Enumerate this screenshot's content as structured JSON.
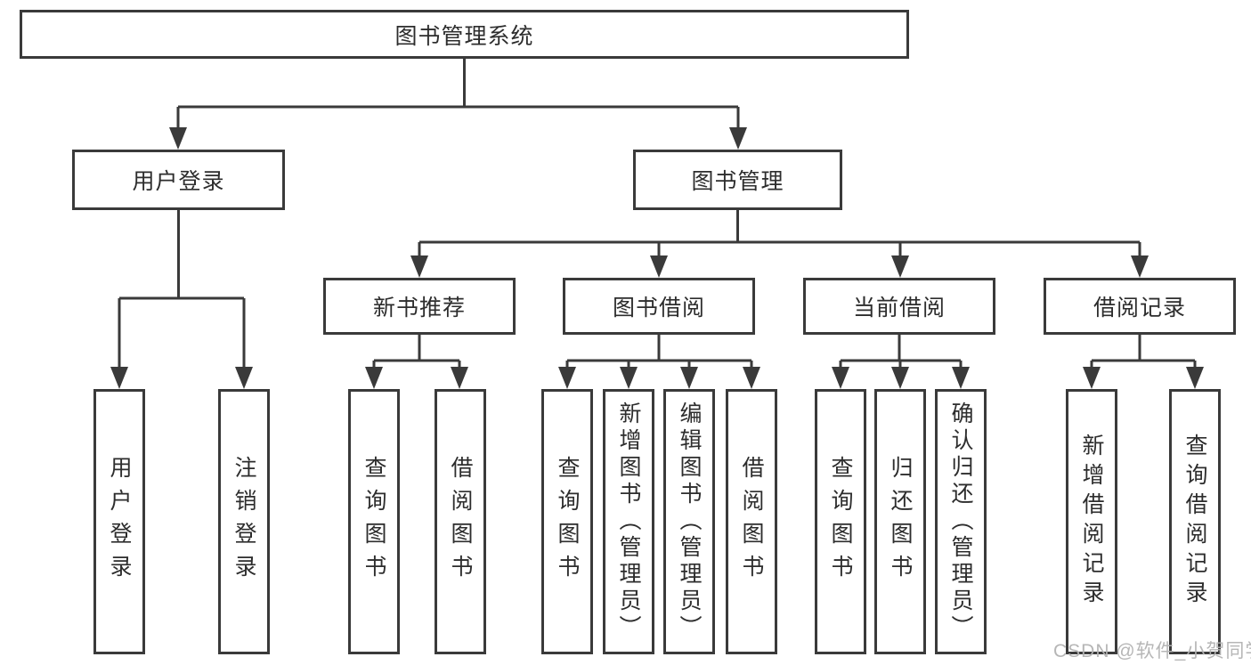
{
  "diagram": {
    "root": {
      "label": "图书管理系统"
    },
    "branches": [
      {
        "label": "用户登录",
        "children": [
          {
            "label": "用户登录"
          },
          {
            "label": "注销登录"
          }
        ]
      },
      {
        "label": "图书管理",
        "children": [
          {
            "label": "新书推荐",
            "children": [
              {
                "label": "查询图书"
              },
              {
                "label": "借阅图书"
              }
            ]
          },
          {
            "label": "图书借阅",
            "children": [
              {
                "label": "查询图书"
              },
              {
                "label": "新增图书（管理员）"
              },
              {
                "label": "编辑图书（管理员）"
              },
              {
                "label": "借阅图书"
              }
            ]
          },
          {
            "label": "当前借阅",
            "children": [
              {
                "label": "查询图书"
              },
              {
                "label": "归还图书"
              },
              {
                "label": "确认归还（管理员）"
              }
            ]
          },
          {
            "label": "借阅记录",
            "children": [
              {
                "label": "新增借阅记录"
              },
              {
                "label": "查询借阅记录"
              }
            ]
          }
        ]
      }
    ]
  },
  "watermark": "CSDN @软件_小贺同学",
  "colors": {
    "line": "#3a3a3a",
    "text": "#2d2d2d",
    "watermark": "#b3b3b3",
    "background": "#ffffff"
  }
}
